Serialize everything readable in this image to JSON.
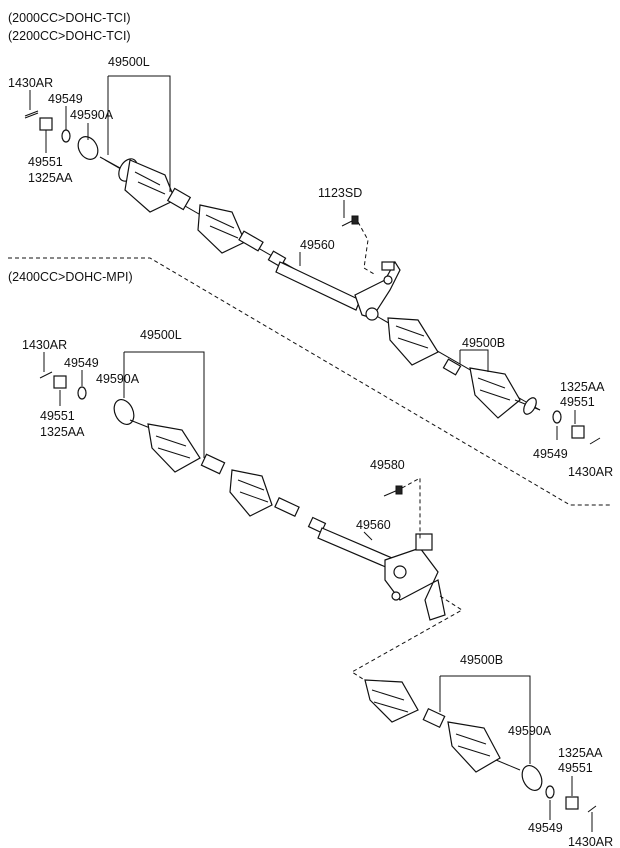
{
  "section1": {
    "engine_a": "(2000CC>DOHC-TCI)",
    "engine_b": "(2200CC>DOHC-TCI)",
    "labels": {
      "p49500L": "49500L",
      "p1430AR_left": "1430AR",
      "p49549_left": "49549",
      "p49590A_left": "49590A",
      "p49551_left": "49551",
      "p1325AA_left": "1325AA",
      "p1123SD": "1123SD",
      "p49560": "49560",
      "p49500B": "49500B",
      "p1325AA_right": "1325AA",
      "p49551_right": "49551",
      "p49549_right": "49549",
      "p1430AR_right": "1430AR"
    }
  },
  "section2": {
    "engine": "(2400CC>DOHC-MPI)",
    "labels": {
      "p1430AR_left": "1430AR",
      "p49500L": "49500L",
      "p49549_left": "49549",
      "p49590A_left": "49590A",
      "p49551_left": "49551",
      "p1325AA_left": "1325AA",
      "p49580": "49580",
      "p49560": "49560",
      "p49500B": "49500B",
      "p49590A_right": "49590A",
      "p1325AA_right": "1325AA",
      "p49551_right": "49551",
      "p49549_right": "49549",
      "p1430AR_right": "1430AR"
    }
  }
}
